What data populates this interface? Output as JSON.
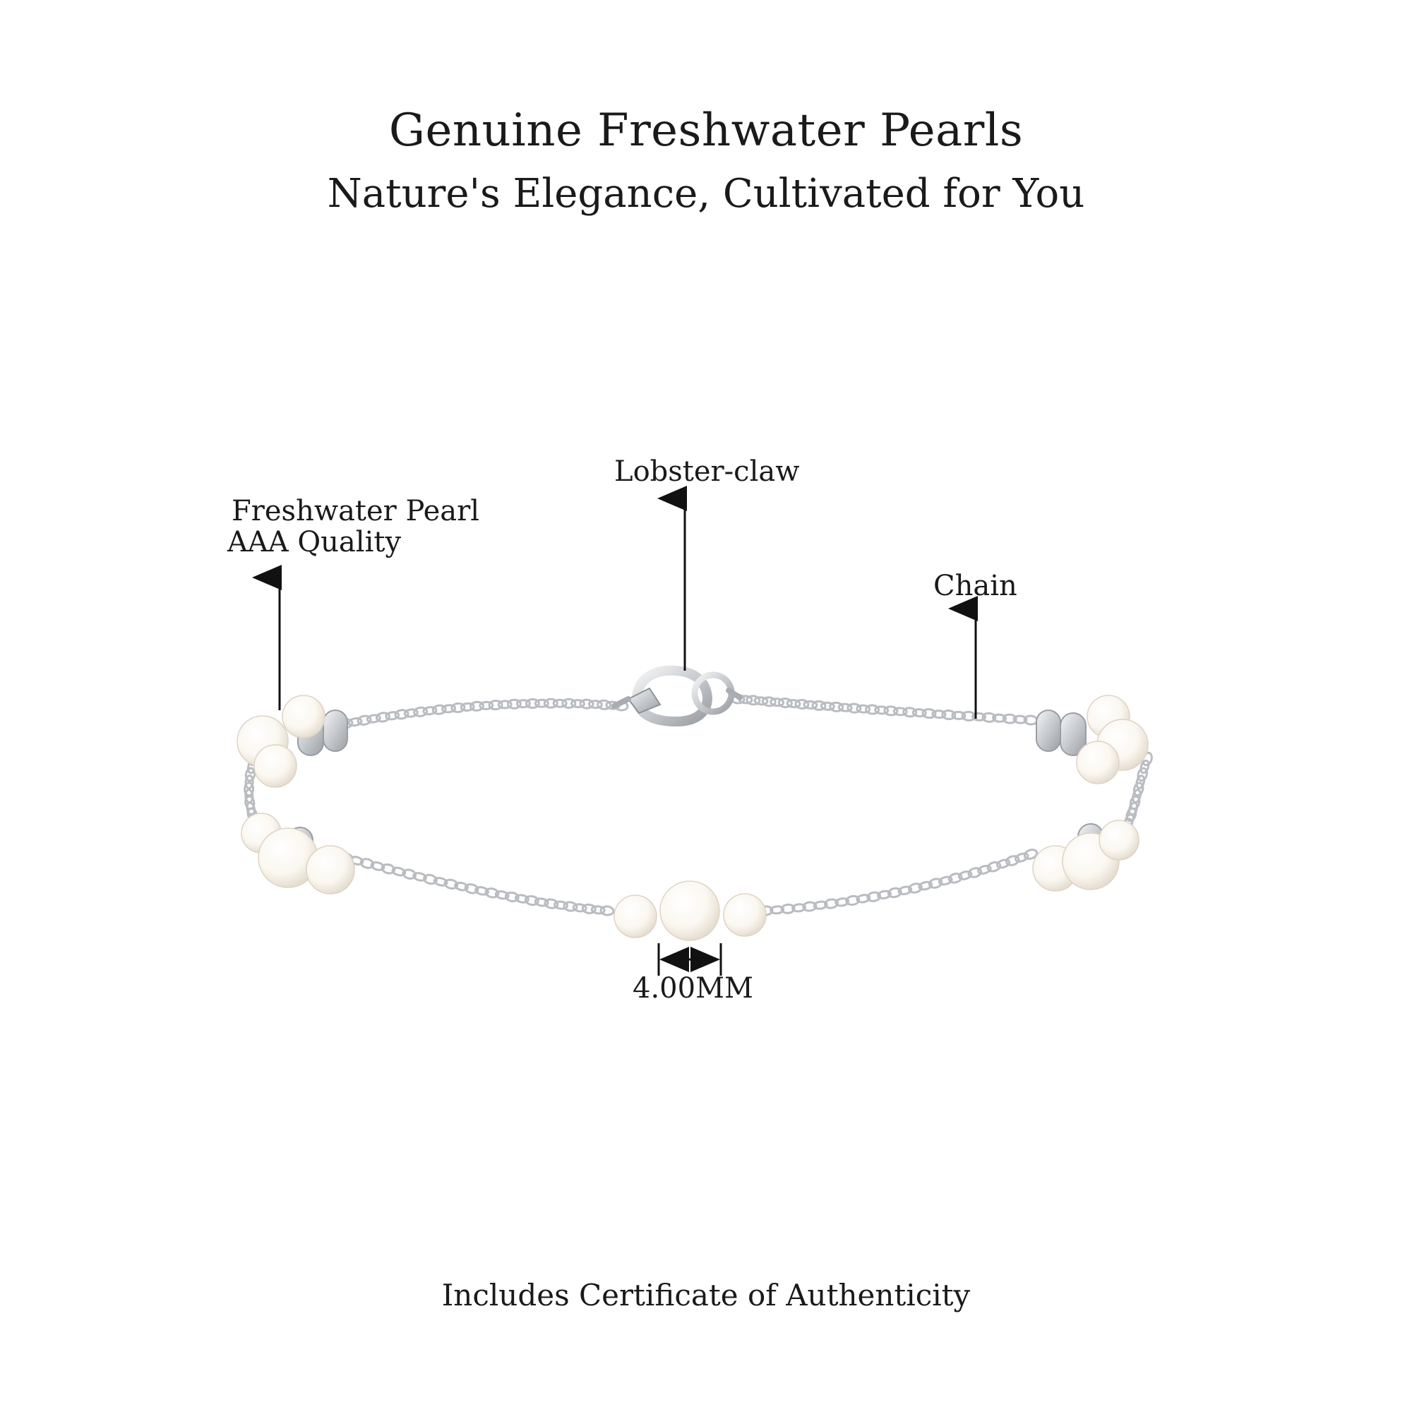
{
  "heading": {
    "title": "Genuine Freshwater Pearls",
    "subtitle": "Nature's Elegance, Cultivated for You"
  },
  "callouts": {
    "pearl_line1": "Freshwater Pearl",
    "pearl_line2": "AAA Quality",
    "clasp": "Lobster-claw",
    "chain": "Chain",
    "pearl_size": "4.00MM"
  },
  "footer": {
    "text": "Includes Certificate of Authenticity"
  },
  "colors": {
    "background": "#ffffff",
    "text": "#1a1a1a",
    "metal": "#c9ccd0",
    "metal_dark": "#8e9297",
    "pearl": "#fbf7f0",
    "pearl_shadow": "#e6ded2"
  }
}
